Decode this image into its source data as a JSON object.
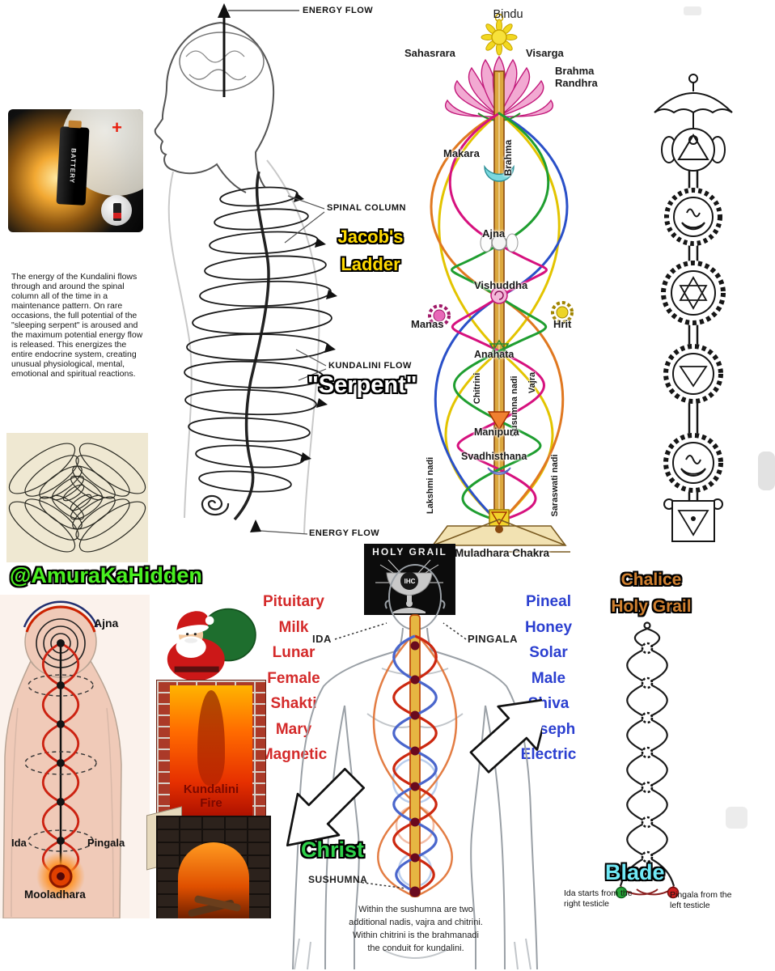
{
  "colors": {
    "watermark-green": "#49f020",
    "label-yellow": "#ffd900",
    "label-white": "#ffffff",
    "christ-green": "#2ed14a",
    "chalice-orange": "#d08030",
    "blade-cyan": "#70e9f6",
    "list-red": "#d42a2a",
    "list-blue": "#2b3fd0",
    "fire-text-red": "#7a0800"
  },
  "watermark": "@AmuraKaHidden",
  "battery_image": {
    "label": "BATTERY",
    "plus_sign": "+"
  },
  "left_paragraph": "The energy of the Kundalini flows through and around the spinal column all of the time in a maintenance pattern.  On rare occasions, the full potential of the \"sleeping serpent\" is aroused and the maximum potential energy flow is released.  This energizes the entire endocrine system, creating unusual physiological, mental, emotional and spiritual reactions.",
  "spine_figure": {
    "energy_flow_top": "ENERGY FLOW",
    "spinal_column": "SPINAL COLUMN",
    "jacobs_ladder_line1": "Jacob's",
    "jacobs_ladder_line2": "Ladder",
    "kundalini_flow": "KUNDALINI FLOW",
    "serpent": "\"Serpent\"",
    "energy_flow_bottom": "ENERGY FLOW"
  },
  "chakra_diagram": {
    "bindu": "Bindu",
    "sahasrara": "Sahasrara",
    "visarga": "Visarga",
    "brahma_randhra": "Brahma Randhra",
    "makara": "Makara",
    "brahma": "Brahma",
    "ajna": "Ajna",
    "vishuddha": "Vishuddha",
    "manas": "Manas",
    "hrit": "Hrit",
    "anahata": "Anahata",
    "chitrini": "Chitrini",
    "vajra": "Vajra",
    "susumna_nadi": "Susumna nadi",
    "manipura": "Manipura",
    "svadhisthana": "Svadhisthana",
    "lakshmi_nadi": "Lakshmi nadi",
    "saraswati_nadi": "Saraswati nadi",
    "muladhara_chakra": "Muladhara Chakra"
  },
  "holy_grail_badge": {
    "title": "HOLY GRAIL",
    "monogram": "IHC"
  },
  "grail_labels": {
    "chalice": "Chalice",
    "holy_grail": "Holy Grail"
  },
  "attributes_left": {
    "items": [
      "Pituitary",
      "Milk",
      "Lunar",
      "Female",
      "Shakti",
      "Mary",
      "Magnetic"
    ]
  },
  "attributes_right": {
    "items": [
      "Pineal",
      "Honey",
      "Solar",
      "Male",
      "Shiva",
      "Joseph",
      "Electric"
    ]
  },
  "body_figure": {
    "ida": "IDA",
    "pingala": "PINGALA",
    "sushumna": "SUSHUMNA",
    "christ": "Christ",
    "caption_line1": "Within the sushumna are two",
    "caption_line2": "additional nadis, vajra and chitrini.",
    "caption_line3": "Within chitrini is the brahmanadi",
    "caption_line4": "the conduit for kundalini."
  },
  "aura_figure": {
    "ajna": "Ajna",
    "ida": "Ida",
    "pingala": "Pingala",
    "mooladhara": "Mooladhara"
  },
  "chimney": {
    "caption_line1": "Kundalini",
    "caption_line2": "Fire"
  },
  "caduceus": {
    "blade": "Blade",
    "ida_note": "Ida starts from the right testicle",
    "pingala_note": "Pingala from the left testicle"
  }
}
